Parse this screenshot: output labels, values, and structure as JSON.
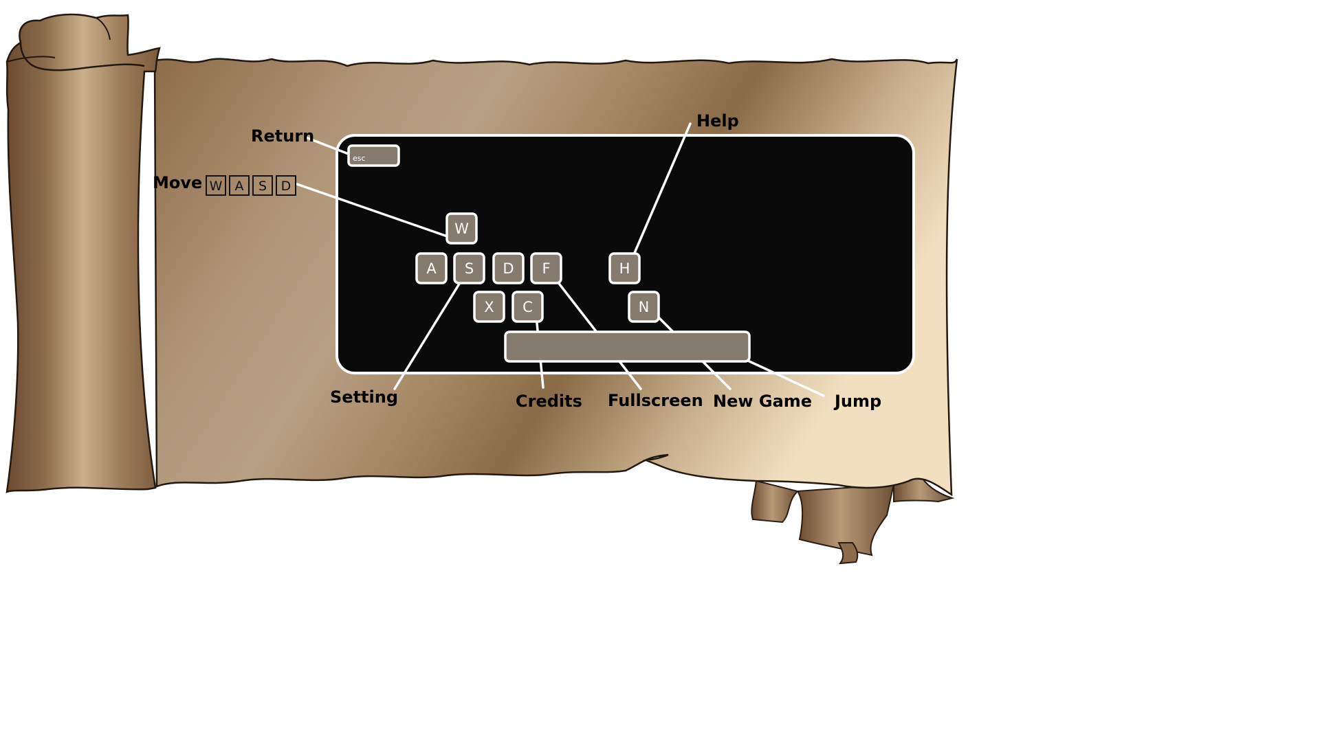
{
  "controls_screen": {
    "labels": {
      "return": "Return",
      "move": "Move",
      "help": "Help",
      "setting": "Setting",
      "credits": "Credits",
      "fullscreen": "Fullscreen",
      "new_game": "New Game",
      "jump": "Jump"
    },
    "move_keys": [
      "W",
      "A",
      "S",
      "D"
    ],
    "keyboard": {
      "esc": "esc",
      "w": "W",
      "a": "A",
      "s": "S",
      "d": "D",
      "f": "F",
      "h": "H",
      "x": "X",
      "c": "C",
      "n": "N",
      "space": ""
    },
    "colors": {
      "parchment_dark": "#8a6a47",
      "parchment_light": "#f1dcbc",
      "keyboard_panel": "#0a0a0a",
      "key_fill": "#847a6e",
      "key_outline": "#ffffff"
    }
  }
}
